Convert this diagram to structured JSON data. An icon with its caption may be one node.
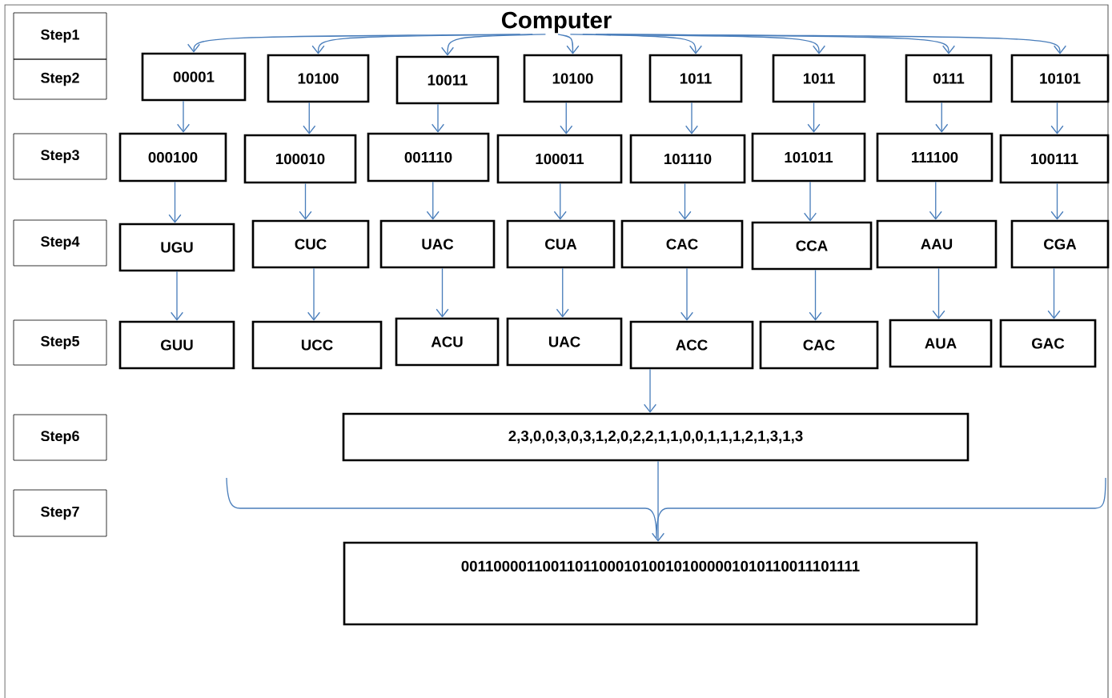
{
  "diagram": {
    "nodes": [
      {
        "text": [
          "Step1"
        ]
      },
      {
        "text": [
          "Step2"
        ]
      },
      {
        "text": [
          "Step3"
        ]
      },
      {
        "text": [
          "Step4"
        ]
      },
      {
        "text": [
          "Step5"
        ]
      },
      {
        "text": [
          "Step6"
        ]
      },
      {
        "text": [
          "Step7"
        ]
      },
      {
        "text": [
          "Computer"
        ]
      },
      {
        "text": [
          "00001"
        ]
      },
      {
        "text": [
          "10100"
        ]
      },
      {
        "text": [
          "10011"
        ]
      },
      {
        "text": [
          "10100"
        ]
      },
      {
        "text": [
          "1011"
        ]
      },
      {
        "text": [
          "1011"
        ]
      },
      {
        "text": [
          "0111"
        ]
      },
      {
        "text": [
          "10101"
        ]
      },
      {
        "text": [
          "000100"
        ]
      },
      {
        "text": [
          "100010"
        ]
      },
      {
        "text": [
          "001110"
        ]
      },
      {
        "text": [
          "100011"
        ]
      },
      {
        "text": [
          "101110"
        ]
      },
      {
        "text": [
          "101011"
        ]
      },
      {
        "text": [
          "111100"
        ]
      },
      {
        "text": [
          "100111"
        ]
      },
      {
        "text": [
          "UGU"
        ]
      },
      {
        "text": [
          "CUC"
        ]
      },
      {
        "text": [
          "UAC"
        ]
      },
      {
        "text": [
          "CUA"
        ]
      },
      {
        "text": [
          "CAC"
        ]
      },
      {
        "text": [
          "CCA"
        ]
      },
      {
        "text": [
          "AAU"
        ]
      },
      {
        "text": [
          "CGA"
        ]
      },
      {
        "text": [
          "GUU"
        ]
      },
      {
        "text": [
          "UCC"
        ]
      },
      {
        "text": [
          "ACU"
        ]
      },
      {
        "text": [
          "UAC"
        ]
      },
      {
        "text": [
          "ACC"
        ]
      },
      {
        "text": [
          "CAC"
        ]
      },
      {
        "text": [
          "AUA"
        ]
      },
      {
        "text": [
          "GAC"
        ]
      },
      {
        "text": [
          "2,3,0,0,3,0,3,1,2,0,2,2,1,1,0,0,1,1,1,2,1,3,1,3"
        ]
      },
      {
        "text": [
          "0011000011001101100010100101000001010110011101111"
        ]
      }
    ],
    "edges": [
      {
        "from": 7,
        "to": 8,
        "arrow": "to"
      },
      {
        "from": 7,
        "to": 9,
        "arrow": "to"
      },
      {
        "from": 7,
        "to": 10,
        "arrow": "to"
      },
      {
        "from": 7,
        "to": 11,
        "arrow": "to"
      },
      {
        "from": 7,
        "to": 12,
        "arrow": "to"
      },
      {
        "from": 7,
        "to": 13,
        "arrow": "to"
      },
      {
        "from": 7,
        "to": 14,
        "arrow": "to"
      },
      {
        "from": 7,
        "to": 15,
        "arrow": "to"
      },
      {
        "from": 8,
        "to": 16,
        "arrow": "to"
      },
      {
        "from": 9,
        "to": 17,
        "arrow": "to"
      },
      {
        "from": 10,
        "to": 18,
        "arrow": "to"
      },
      {
        "from": 11,
        "to": 19,
        "arrow": "to"
      },
      {
        "from": 12,
        "to": 20,
        "arrow": "to"
      },
      {
        "from": 13,
        "to": 21,
        "arrow": "to"
      },
      {
        "from": 14,
        "to": 22,
        "arrow": "to"
      },
      {
        "from": 15,
        "to": 23,
        "arrow": "to"
      },
      {
        "from": 16,
        "to": 24,
        "arrow": "to"
      },
      {
        "from": 17,
        "to": 25,
        "arrow": "to"
      },
      {
        "from": 18,
        "to": 26,
        "arrow": "to"
      },
      {
        "from": 19,
        "to": 27,
        "arrow": "to"
      },
      {
        "from": 20,
        "to": 28,
        "arrow": "to"
      },
      {
        "from": 21,
        "to": 29,
        "arrow": "to"
      },
      {
        "from": 22,
        "to": 30,
        "arrow": "to"
      },
      {
        "from": 23,
        "to": 31,
        "arrow": "to"
      },
      {
        "from": 24,
        "to": 32,
        "arrow": "to"
      },
      {
        "from": 25,
        "to": 33,
        "arrow": "to"
      },
      {
        "from": 26,
        "to": 34,
        "arrow": "to"
      },
      {
        "from": 27,
        "to": 35,
        "arrow": "to"
      },
      {
        "from": 28,
        "to": 36,
        "arrow": "to"
      },
      {
        "from": 29,
        "to": 37,
        "arrow": "to"
      },
      {
        "from": 30,
        "to": 38,
        "arrow": "to"
      },
      {
        "from": 31,
        "to": 39,
        "arrow": "to"
      },
      {
        "from": 36,
        "to": 40,
        "arrow": "to"
      },
      {
        "from": 40,
        "to": 41,
        "arrow": "to"
      }
    ]
  }
}
